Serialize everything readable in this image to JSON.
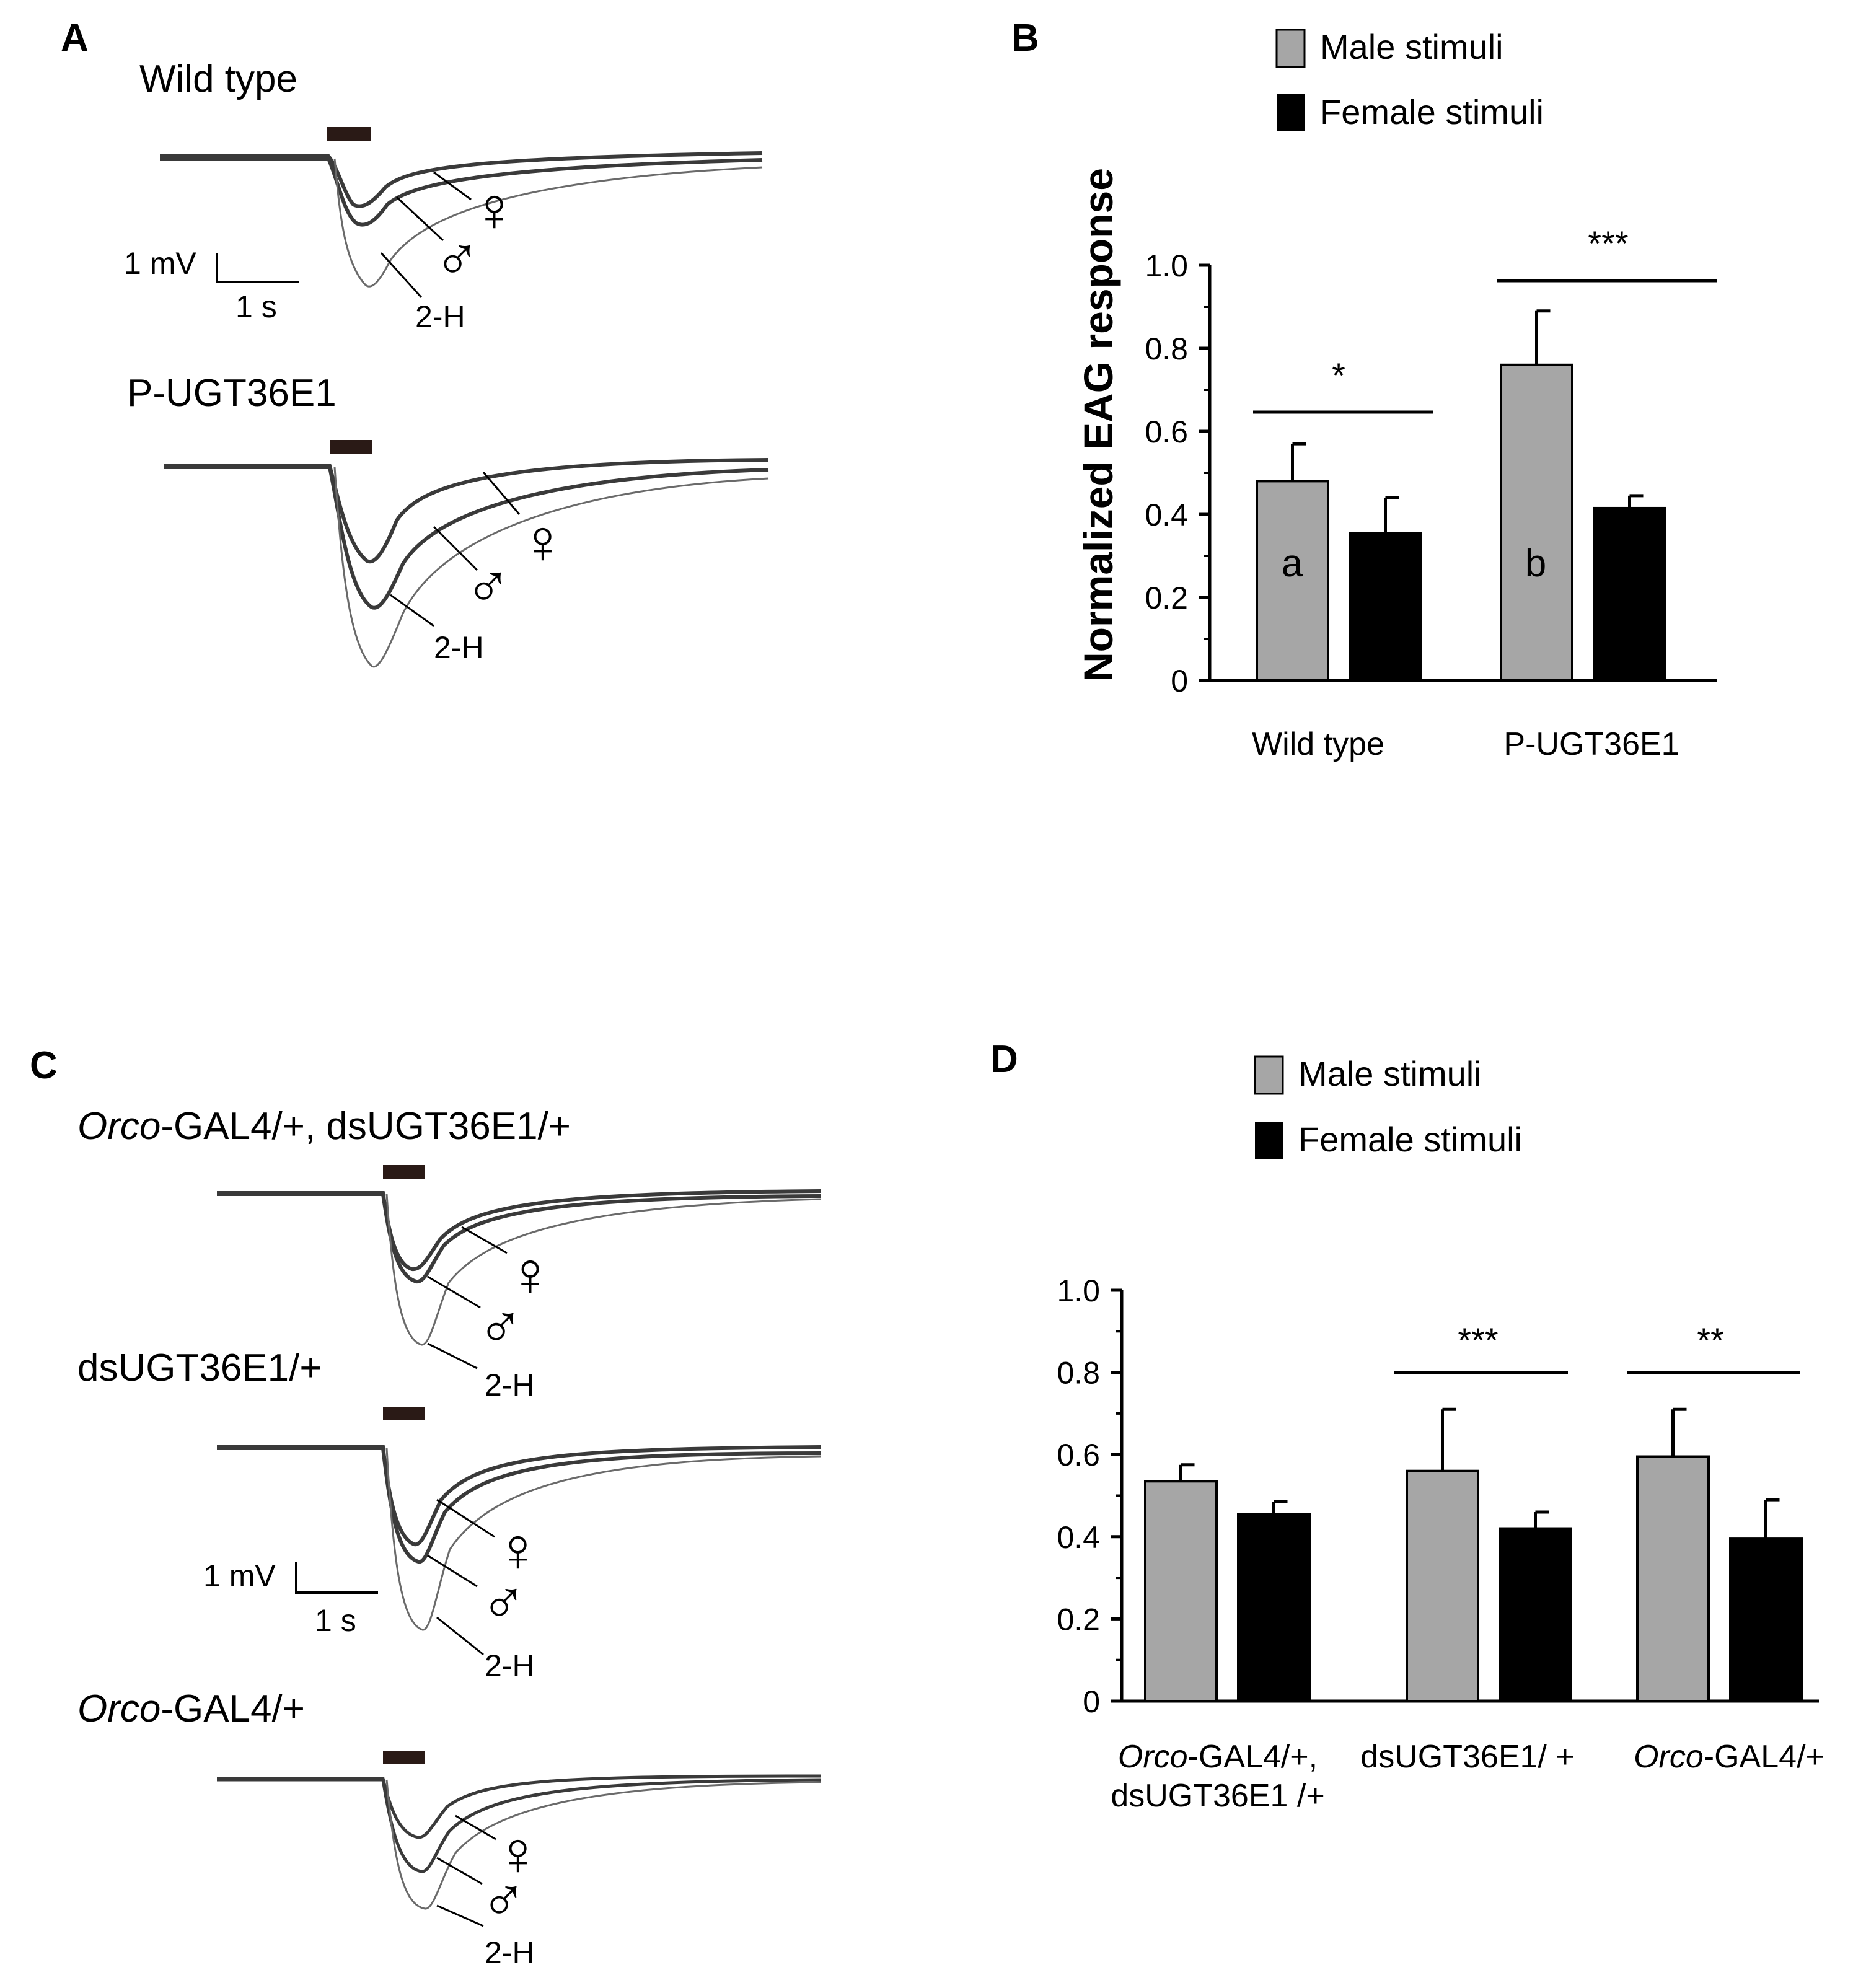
{
  "panels": {
    "A": {
      "letter": "A",
      "conditions": [
        "Wild type",
        "P-UGT36E1"
      ],
      "trace_labels": {
        "female": "♀",
        "male": "♂",
        "control": "2-H"
      },
      "scale": {
        "voltage": "1 mV",
        "time": "1 s"
      }
    },
    "B": {
      "letter": "B"
    },
    "C": {
      "letter": "C",
      "conditions": [
        {
          "italic": "Orco",
          "rest": "-GAL4/+, dsUGT36E1/+"
        },
        {
          "italic": "",
          "rest": "dsUGT36E1/+"
        },
        {
          "italic": "Orco",
          "rest": "-GAL4/+"
        }
      ],
      "trace_labels": {
        "female": "♀",
        "male": "♂",
        "control": "2-H"
      },
      "scale": {
        "voltage": "1 mV",
        "time": "1 s"
      }
    },
    "D": {
      "letter": "D"
    }
  },
  "colors": {
    "male": "#a6a6a6",
    "female": "#000000",
    "trace": "#3a3a3a"
  },
  "chart_data": [
    {
      "panel": "B",
      "type": "bar",
      "title": "",
      "xlabel": "",
      "ylabel": "Normalized EAG response",
      "ylim": [
        0,
        1.0
      ],
      "yticks": [
        "0",
        "0.2",
        "0.4",
        "0.6",
        "0.8",
        "1.0"
      ],
      "categories": [
        "Wild type",
        "P-UGT36E1"
      ],
      "series": [
        {
          "name": "Male stimuli",
          "color": "#a6a6a6",
          "values": [
            0.48,
            0.76
          ],
          "errors": [
            0.09,
            0.13
          ]
        },
        {
          "name": "Female stimuli",
          "color": "#000000",
          "values": [
            0.355,
            0.415
          ],
          "errors": [
            0.085,
            0.03
          ]
        }
      ],
      "bar_labels": [
        "a",
        "b"
      ],
      "significance": [
        "*",
        "***"
      ],
      "legend": "top"
    },
    {
      "panel": "D",
      "type": "bar",
      "title": "",
      "xlabel": "",
      "ylabel": "",
      "ylim": [
        0,
        1.0
      ],
      "yticks": [
        "0",
        "0.2",
        "0.4",
        "0.6",
        "0.8",
        "1.0"
      ],
      "categories": [
        {
          "italic": "Orco",
          "line1": "-GAL4/+,",
          "line2": "dsUGT36E1 /+"
        },
        {
          "italic": "",
          "line1": "dsUGT36E1/ +",
          "line2": ""
        },
        {
          "italic": "Orco",
          "line1": "-GAL4/+",
          "line2": ""
        }
      ],
      "series": [
        {
          "name": "Male stimuli",
          "color": "#a6a6a6",
          "values": [
            0.535,
            0.56,
            0.595
          ],
          "errors": [
            0.04,
            0.15,
            0.115
          ]
        },
        {
          "name": "Female stimuli",
          "color": "#000000",
          "values": [
            0.455,
            0.42,
            0.395
          ],
          "errors": [
            0.03,
            0.04,
            0.095
          ]
        }
      ],
      "significance": [
        "",
        "***",
        "**"
      ],
      "legend": "top"
    }
  ]
}
